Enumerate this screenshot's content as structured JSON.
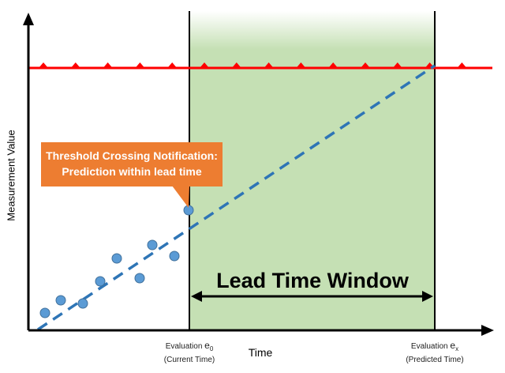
{
  "axes": {
    "x_label": "Time",
    "y_label": "Measurement Value"
  },
  "callout": {
    "line1": "Threshold Crossing Notification:",
    "line2": "Prediction within lead time"
  },
  "window": {
    "label": "Lead Time Window"
  },
  "evaluations": [
    {
      "prefix": "Evaluation ",
      "var": "e",
      "sub": "0",
      "note": "(Current Time)"
    },
    {
      "prefix": "Evaluation ",
      "var": "e",
      "sub": "x",
      "note": "(Predicted Time)"
    }
  ],
  "colors": {
    "threshold": "#ff0000",
    "trend": "#2e75b6",
    "points": "#5b9bd5",
    "window_fill": "#c5e0b4",
    "callout_fill": "#ed7d31"
  }
}
